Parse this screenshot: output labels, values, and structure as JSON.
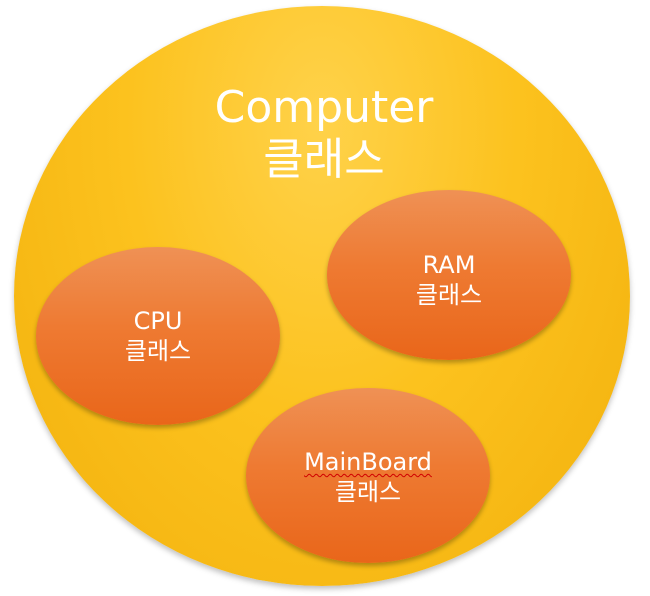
{
  "diagram": {
    "outer": {
      "title": "Computer",
      "subtitle": "클래스"
    },
    "cpu": {
      "title": "CPU",
      "subtitle": "클래스"
    },
    "ram": {
      "title": "RAM",
      "subtitle": "클래스"
    },
    "mainboard": {
      "title": "MainBoard",
      "subtitle": "클래스"
    },
    "colors": {
      "outer_fill": "#fcc21e",
      "inner_fill": "#ee7a32",
      "text": "#ffffff",
      "spellcheck_underline": "#d00000"
    }
  }
}
